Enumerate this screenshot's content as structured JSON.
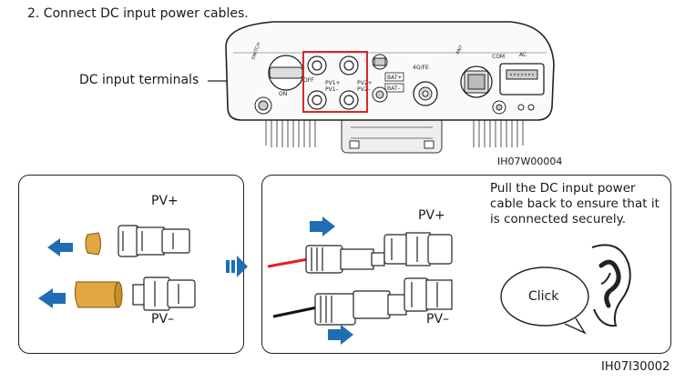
{
  "step": {
    "text": "2.  Connect DC input power cables."
  },
  "callout": {
    "text": "DC input terminals"
  },
  "figure_codes": {
    "top": "IH07W00004",
    "bottom": "IH07I30002"
  },
  "left_panel": {
    "pv_plus": "PV+",
    "pv_minus": "PV–"
  },
  "right_panel": {
    "pv_plus": "PV+",
    "pv_minus": "PV–",
    "instruction": "Pull the DC input power cable back to ensure that it is connected securely.",
    "click_label": "Click"
  },
  "inverter_labels": {
    "switch": "SWITCH",
    "off": "OFF",
    "on": "ON",
    "pv1_plus": "PV1+",
    "pv1_minus": "PV1–",
    "pv2_plus": "PV2+",
    "pv2_minus": "PV2–",
    "bat_plus": "BAT+",
    "bat_minus": "BAT–",
    "fe": "4G/FE",
    "com": "COM",
    "ac": "AC",
    "ant": "ANT"
  },
  "colors": {
    "highlight": "#d42a2a",
    "arrow": "#1f6db5",
    "cap": "#e0a742",
    "cable_red": "#e02020"
  }
}
